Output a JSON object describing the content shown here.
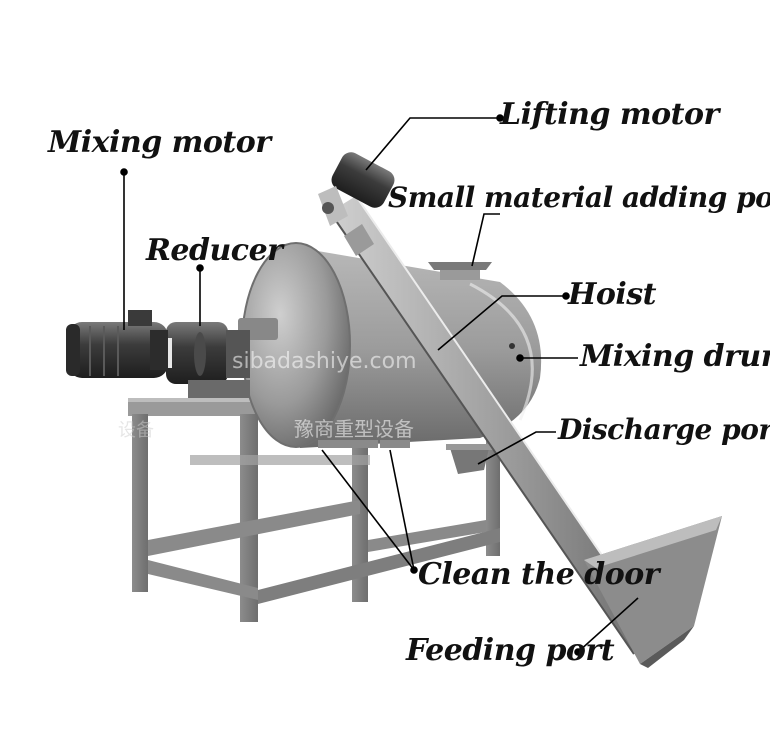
{
  "labels": {
    "mixing_motor": "Mixing motor",
    "lifting_motor": "Lifting motor",
    "reducer": "Reducer",
    "small_material_adding_port": "Small material adding port",
    "hoist": "Hoist",
    "mixing_drum": "Mixing drum",
    "discharge_port": "Discharge port",
    "clean_the_door": "Clean the door",
    "feeding_port": "Feeding port"
  },
  "watermarks": {
    "site": "sibadashiye.com",
    "chinese": "豫商重型设备",
    "chinese_left": "设备"
  }
}
